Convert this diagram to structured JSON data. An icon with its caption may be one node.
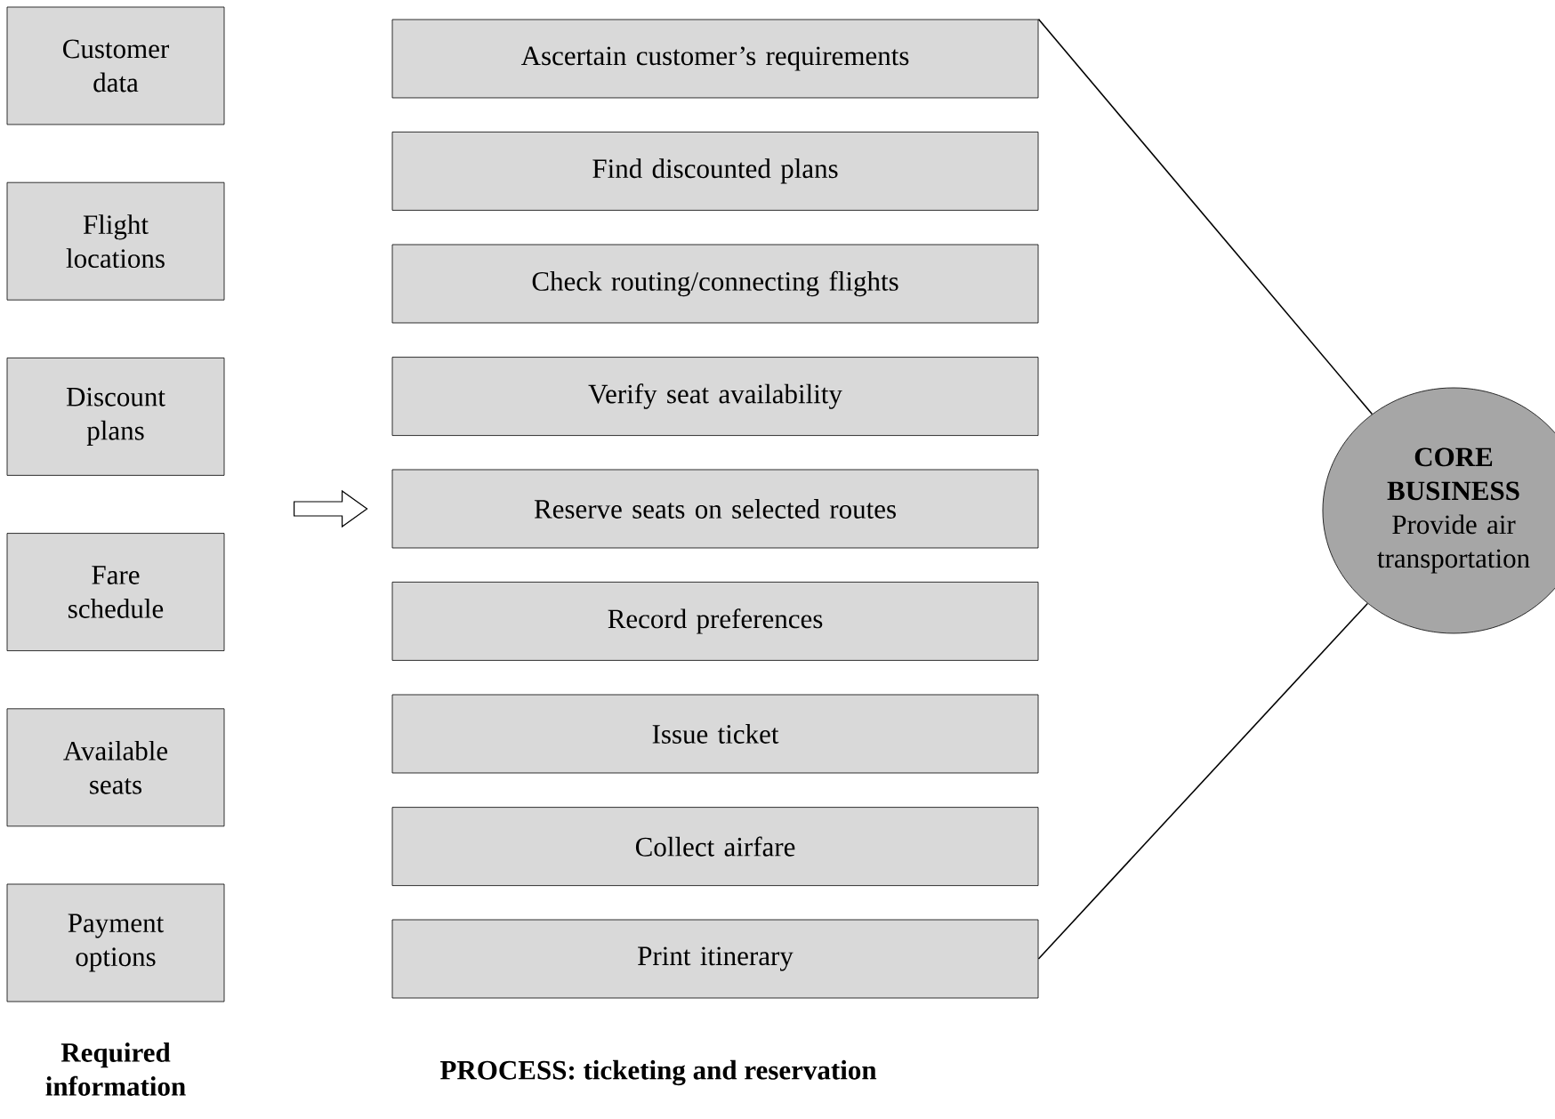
{
  "diagram": {
    "nodes": [
      {
        "text": [
          "Customer data"
        ]
      },
      {
        "text": [
          "Flight locations"
        ]
      },
      {
        "text": [
          "Discount plans"
        ]
      },
      {
        "text": [
          "Fare schedule"
        ]
      },
      {
        "text": [
          "Available seats"
        ]
      },
      {
        "text": [
          "Payment options"
        ]
      },
      {
        "text": [
          "Ascertain customer’s requirements"
        ]
      },
      {
        "text": [
          "Find discounted plans"
        ]
      },
      {
        "text": [
          "Check routing/connecting flights"
        ]
      },
      {
        "text": [
          "Verify seat availability"
        ]
      },
      {
        "text": [
          "Reserve seats on selected routes"
        ]
      },
      {
        "text": [
          "Record preferences"
        ]
      },
      {
        "text": [
          "Issue ticket"
        ]
      },
      {
        "text": [
          "Collect airfare"
        ]
      },
      {
        "text": [
          "Print itinerary"
        ]
      },
      {
        "text": [
          "CORE BUSINESS",
          "Provide air transportation"
        ]
      }
    ],
    "edges": [
      {
        "from": null,
        "to": 10,
        "arrow": "to"
      },
      {
        "from": 15,
        "to": 6,
        "arrow": "none"
      },
      {
        "from": 15,
        "to": 14,
        "arrow": "none"
      }
    ],
    "labels": [
      "Required information",
      "PROCESS: ticketing and reservation"
    ]
  }
}
